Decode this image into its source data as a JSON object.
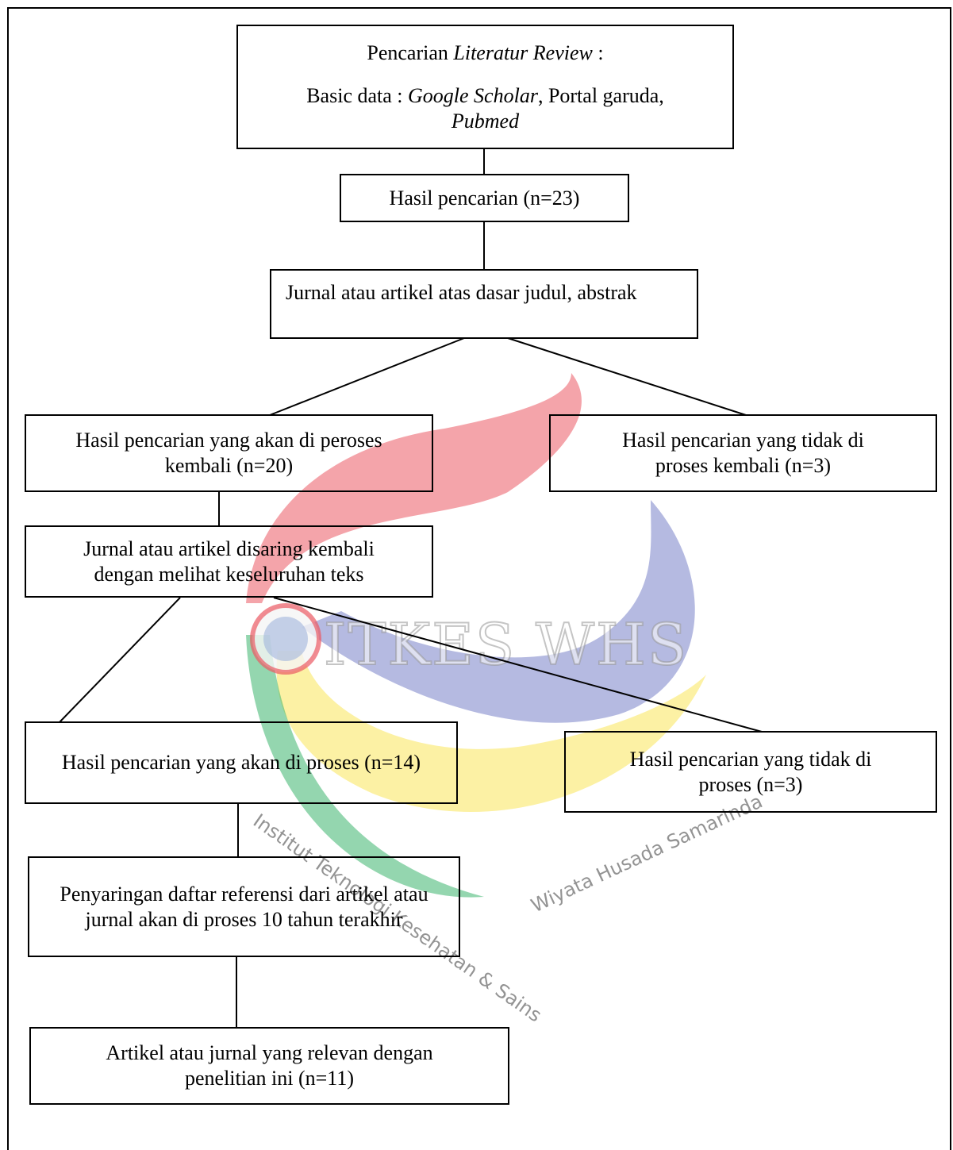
{
  "watermark": {
    "title": "ITKES WHS",
    "subtitle_left": "Institut Teknologi Kesehatan & Sains",
    "subtitle_right": "Wiyata Husada Samarinda"
  },
  "boxes": {
    "search": {
      "line1_prefix": "Pencarian ",
      "line1_italic": "Literatur Review",
      "line1_suffix": " :",
      "line2_prefix": "Basic data : ",
      "line2_italic": "Google Scholar",
      "line2_suffix": ", Portal garuda,",
      "line3_italic": "Pubmed"
    },
    "results": "Hasil pencarian (n=23)",
    "journal_title_abstract": "Jurnal atau artikel atas dasar judul, abstrak",
    "to_reprocess": "Hasil pencarian yang akan di peroses kembali (n=20)",
    "not_reprocessed": "Hasil pencarian yang tidak di proses kembali (n=3)",
    "full_text_screen": "Jurnal atau artikel disaring kembali dengan melihat keseluruhan teks",
    "to_process": "Hasil pencarian yang akan di proses (n=14)",
    "not_processed": "Hasil pencarian yang tidak di proses (n=3)",
    "reference_screen": "Penyaringan daftar referensi dari artikel atau jurnal akan di proses 10 tahun terakhir",
    "relevant": "Artikel atau jurnal yang relevan dengan penelitian ini (n=11)"
  }
}
